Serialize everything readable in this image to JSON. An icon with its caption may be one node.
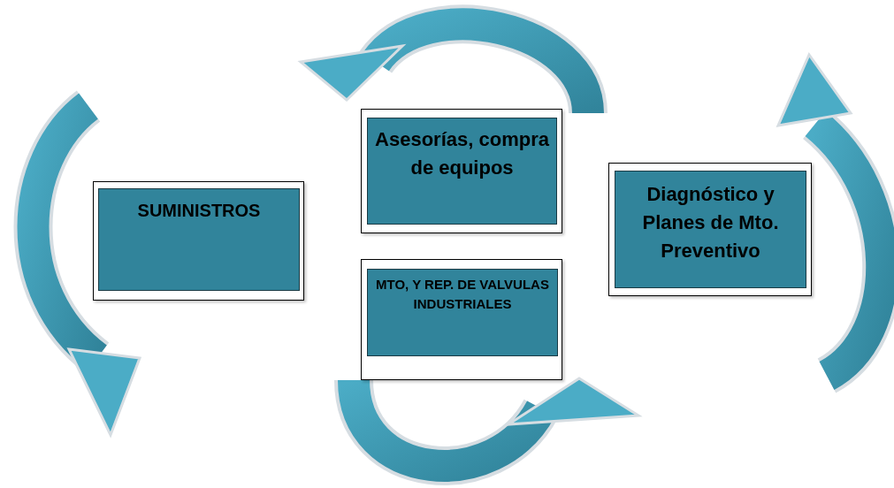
{
  "diagram": {
    "nodes": [
      {
        "text": [
          "Asesorías, compra de equipos"
        ]
      },
      {
        "text": [
          "SUMINISTROS"
        ]
      },
      {
        "text": [
          "Diagnóstico y Planes de Mto. Preventivo"
        ]
      },
      {
        "text": [
          "MTO, Y REP. DE VALVULAS INDUSTRIALES"
        ]
      }
    ]
  }
}
